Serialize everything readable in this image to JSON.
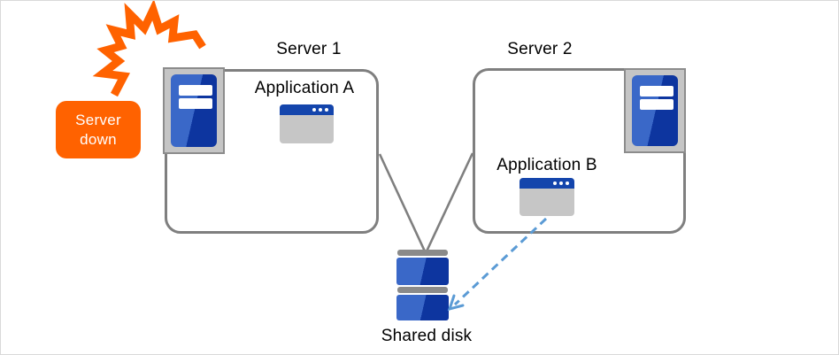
{
  "diagram": {
    "badge": {
      "text": "Server down"
    },
    "server1": {
      "title": "Server 1",
      "app": "Application A"
    },
    "server2": {
      "title": "Server 2",
      "app": "Application B"
    },
    "disk": {
      "label": "Shared disk"
    }
  },
  "icons": {
    "crash": "crash-burst",
    "server": "server-tower",
    "app_window": "application-window",
    "disk": "shared-disk-stack",
    "arrow": "dashed-access-arrow"
  },
  "colors": {
    "accent-orange": "#FF6200",
    "blue-light": "#3A68C8",
    "blue-dark": "#0D359F",
    "titlebar-blue": "#1445AC",
    "gray-border": "#7F7F7F",
    "gray-fill": "#C5C5C5",
    "arrow-blue": "#5B9BD5"
  }
}
